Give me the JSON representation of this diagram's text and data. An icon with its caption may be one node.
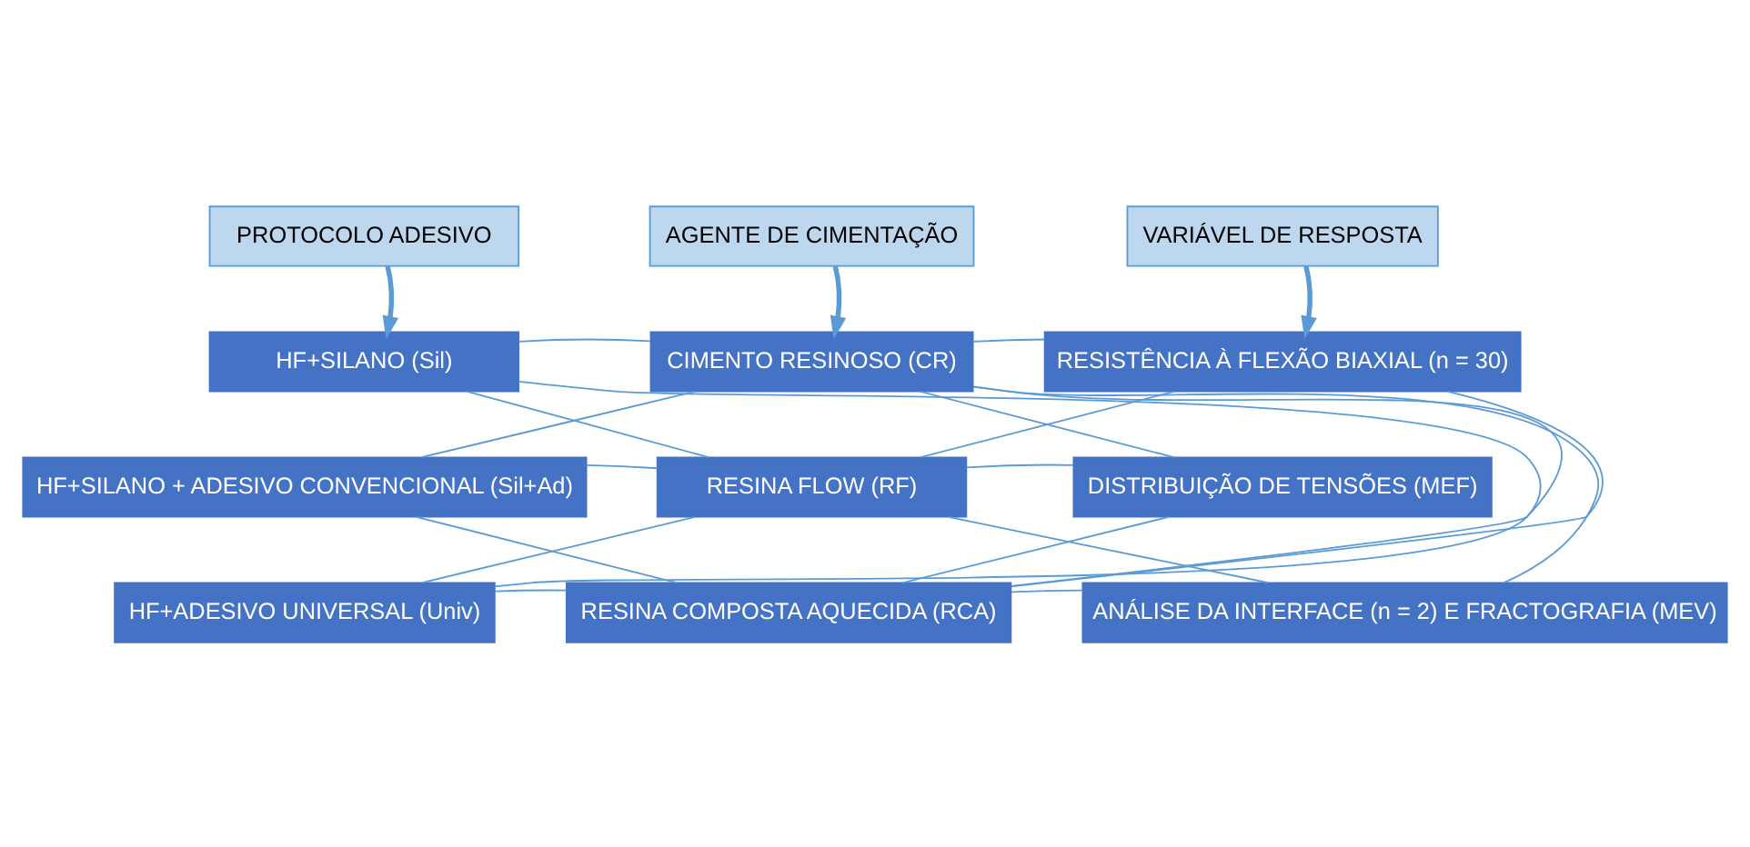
{
  "diagram": {
    "nodes": [
      {
        "text": [
          "PROTOCOLO ADESIVO"
        ]
      },
      {
        "text": [
          "AGENTE DE CIMENTAÇÃO"
        ]
      },
      {
        "text": [
          "VARIÁVEL DE RESPOSTA"
        ]
      },
      {
        "text": [
          "HF+SILANO (Sil)"
        ]
      },
      {
        "text": [
          "CIMENTO RESINOSO (CR)"
        ]
      },
      {
        "text": [
          "RESISTÊNCIA À FLEXÃO BIAXIAL (n = 30)"
        ]
      },
      {
        "text": [
          "HF+SILANO + ADESIVO CONVENCIONAL (Sil+Ad)"
        ]
      },
      {
        "text": [
          "RESINA FLOW (RF)"
        ]
      },
      {
        "text": [
          "DISTRIBUIÇÃO DE TENSÕES (MEF)"
        ]
      },
      {
        "text": [
          "HF+ADESIVO UNIVERSAL (Univ)"
        ]
      },
      {
        "text": [
          "RESINA COMPOSTA AQUECIDA (RCA)"
        ]
      },
      {
        "text": [
          "ANÁLISE DA INTERFACE (n = 2) E FRACTOGRAFIA (MEV)"
        ]
      }
    ],
    "edges": [
      {
        "from": 0,
        "to": 3,
        "arrow": "to",
        "style": "thick"
      },
      {
        "from": 1,
        "to": 4,
        "arrow": "to",
        "style": "thick"
      },
      {
        "from": 2,
        "to": 5,
        "arrow": "to",
        "style": "thick"
      },
      {
        "from": 3,
        "to": 4,
        "arrow": "none"
      },
      {
        "from": 3,
        "to": 7,
        "arrow": "none"
      },
      {
        "from": 3,
        "to": 10,
        "arrow": "none"
      },
      {
        "from": 6,
        "to": 4,
        "arrow": "none"
      },
      {
        "from": 6,
        "to": 7,
        "arrow": "none"
      },
      {
        "from": 6,
        "to": 10,
        "arrow": "none"
      },
      {
        "from": 9,
        "to": 4,
        "arrow": "none"
      },
      {
        "from": 9,
        "to": 7,
        "arrow": "none"
      },
      {
        "from": 9,
        "to": 10,
        "arrow": "none"
      },
      {
        "from": 4,
        "to": 5,
        "arrow": "none"
      },
      {
        "from": 4,
        "to": 8,
        "arrow": "none"
      },
      {
        "from": 4,
        "to": 11,
        "arrow": "none"
      },
      {
        "from": 7,
        "to": 5,
        "arrow": "none"
      },
      {
        "from": 7,
        "to": 8,
        "arrow": "none"
      },
      {
        "from": 7,
        "to": 11,
        "arrow": "none"
      },
      {
        "from": 10,
        "to": 5,
        "arrow": "none"
      },
      {
        "from": 10,
        "to": 8,
        "arrow": "none"
      },
      {
        "from": 10,
        "to": 11,
        "arrow": "none"
      }
    ]
  }
}
